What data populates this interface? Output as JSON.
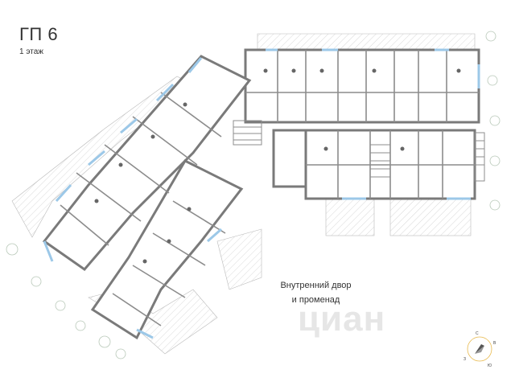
{
  "header": {
    "title": "ГП 6",
    "floor": "1 этаж"
  },
  "courtyard_label": {
    "line1": "Внутренний двор",
    "line2": "и променад"
  },
  "watermark": "циан",
  "compass": {
    "north": "С",
    "south": "Ю",
    "east": "В",
    "west": "З"
  },
  "colors": {
    "walls": "#7a7a7a",
    "glazing": "#9cc8e8",
    "hatch": "#b5b5b5",
    "compass_accent": "#e8b84a"
  }
}
